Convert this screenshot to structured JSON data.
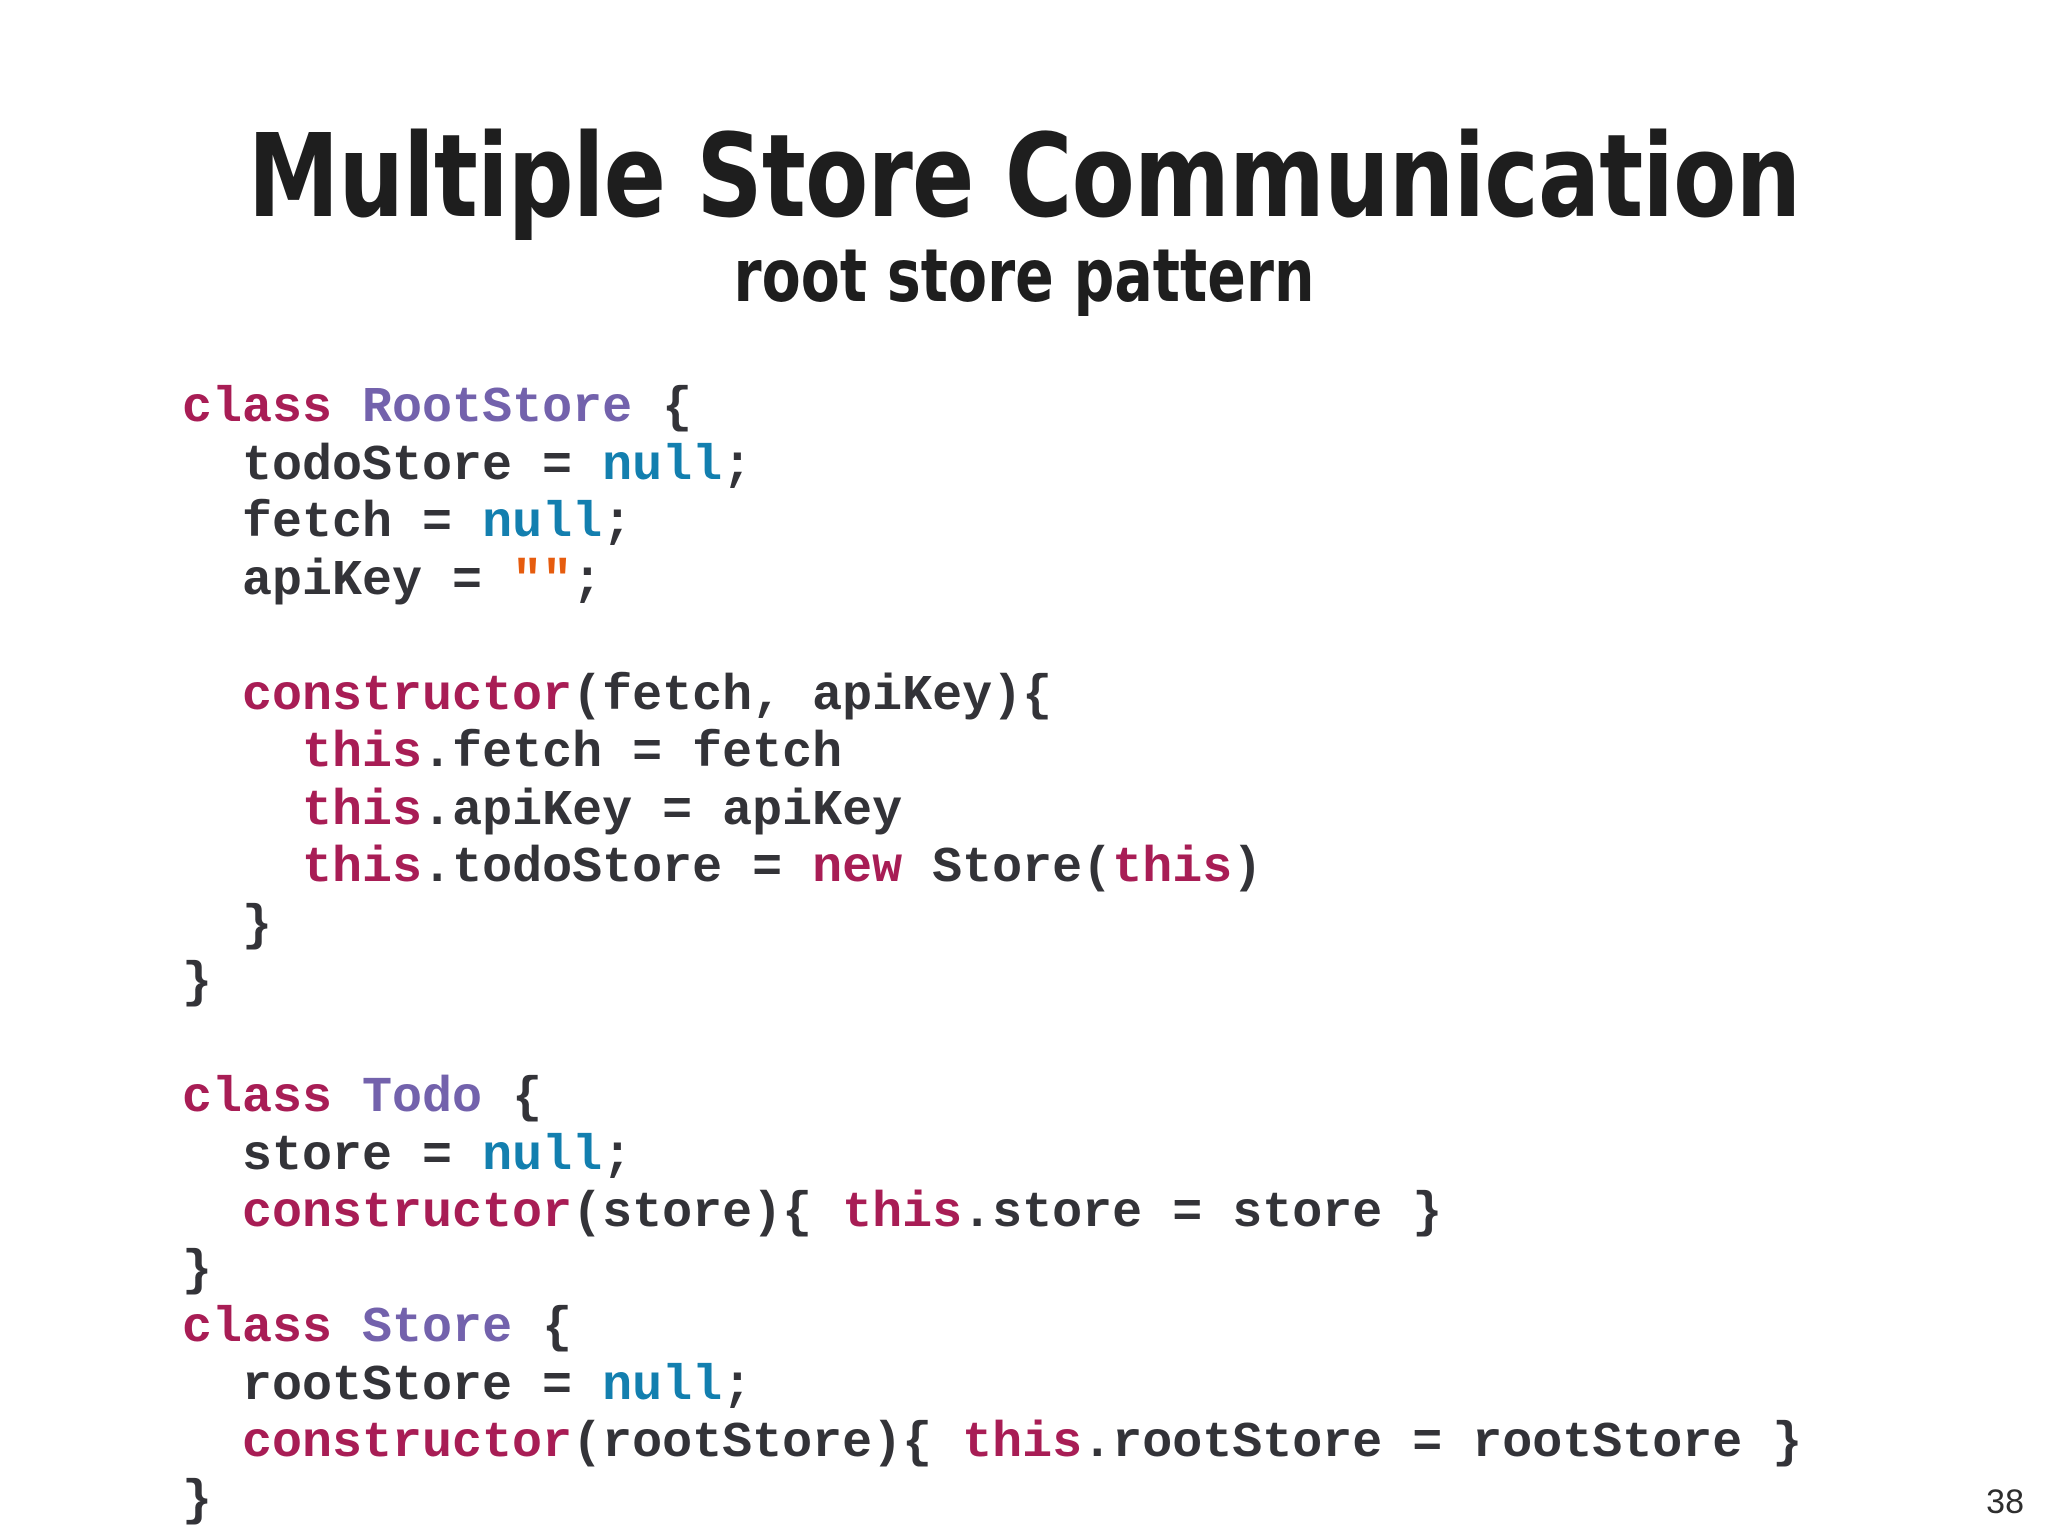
{
  "header": {
    "title": "Multiple Store Communication",
    "subtitle": "root store pattern"
  },
  "page_number": "38",
  "palette": {
    "background": "#ffffff",
    "title_text": "#1e1e1e",
    "code_default": "#333338",
    "code_keyword": "#A81D55",
    "code_classname": "#7362AC",
    "code_null": "#137FAF",
    "code_string": "#E65C0E"
  },
  "code": {
    "lines": [
      [
        {
          "t": "class",
          "c": "k"
        },
        {
          "t": " ",
          "c": "p"
        },
        {
          "t": "RootStore",
          "c": "cls"
        },
        {
          "t": " {",
          "c": "p"
        }
      ],
      [
        {
          "t": "  todoStore = ",
          "c": "p"
        },
        {
          "t": "null",
          "c": "v"
        },
        {
          "t": ";",
          "c": "p"
        }
      ],
      [
        {
          "t": "  fetch = ",
          "c": "p"
        },
        {
          "t": "null",
          "c": "v"
        },
        {
          "t": ";",
          "c": "p"
        }
      ],
      [
        {
          "t": "  apiKey = ",
          "c": "p"
        },
        {
          "t": "\"\"",
          "c": "s"
        },
        {
          "t": ";",
          "c": "p"
        }
      ],
      [],
      [
        {
          "t": "  ",
          "c": "p"
        },
        {
          "t": "constructor",
          "c": "k"
        },
        {
          "t": "(fetch, apiKey){",
          "c": "p"
        }
      ],
      [
        {
          "t": "    ",
          "c": "p"
        },
        {
          "t": "this",
          "c": "k"
        },
        {
          "t": ".fetch = fetch",
          "c": "p"
        }
      ],
      [
        {
          "t": "    ",
          "c": "p"
        },
        {
          "t": "this",
          "c": "k"
        },
        {
          "t": ".apiKey = apiKey",
          "c": "p"
        }
      ],
      [
        {
          "t": "    ",
          "c": "p"
        },
        {
          "t": "this",
          "c": "k"
        },
        {
          "t": ".todoStore = ",
          "c": "p"
        },
        {
          "t": "new",
          "c": "k"
        },
        {
          "t": " Store(",
          "c": "p"
        },
        {
          "t": "this",
          "c": "k"
        },
        {
          "t": ")",
          "c": "p"
        }
      ],
      [
        {
          "t": "  }",
          "c": "p"
        }
      ],
      [
        {
          "t": "}",
          "c": "p"
        }
      ],
      [],
      [
        {
          "t": "class",
          "c": "k"
        },
        {
          "t": " ",
          "c": "p"
        },
        {
          "t": "Todo",
          "c": "cls"
        },
        {
          "t": " {",
          "c": "p"
        }
      ],
      [
        {
          "t": "  store = ",
          "c": "p"
        },
        {
          "t": "null",
          "c": "v"
        },
        {
          "t": ";",
          "c": "p"
        }
      ],
      [
        {
          "t": "  ",
          "c": "p"
        },
        {
          "t": "constructor",
          "c": "k"
        },
        {
          "t": "(store){ ",
          "c": "p"
        },
        {
          "t": "this",
          "c": "k"
        },
        {
          "t": ".store = store }",
          "c": "p"
        }
      ],
      [
        {
          "t": "}",
          "c": "p"
        }
      ],
      [
        {
          "t": "class",
          "c": "k"
        },
        {
          "t": " ",
          "c": "p"
        },
        {
          "t": "Store",
          "c": "cls"
        },
        {
          "t": " {",
          "c": "p"
        }
      ],
      [
        {
          "t": "  rootStore = ",
          "c": "p"
        },
        {
          "t": "null",
          "c": "v"
        },
        {
          "t": ";",
          "c": "p"
        }
      ],
      [
        {
          "t": "  ",
          "c": "p"
        },
        {
          "t": "constructor",
          "c": "k"
        },
        {
          "t": "(rootStore){ ",
          "c": "p"
        },
        {
          "t": "this",
          "c": "k"
        },
        {
          "t": ".rootStore = rootStore }",
          "c": "p"
        }
      ],
      [
        {
          "t": "}",
          "c": "p"
        }
      ]
    ]
  }
}
